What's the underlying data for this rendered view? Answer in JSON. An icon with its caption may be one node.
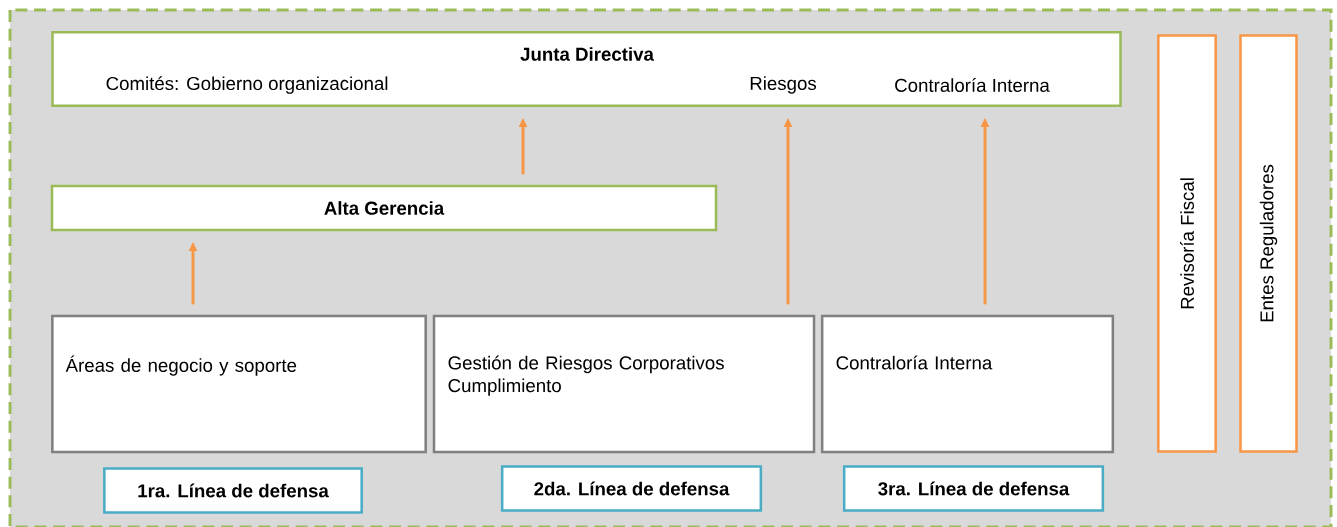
{
  "diagram": {
    "nodes": [
      {
        "text": [
          "Junta Directiva",
          "Comités: Gobierno organizacional",
          "Riesgos",
          "Contraloría Interna"
        ]
      },
      {
        "text": [
          "Alta Gerencia"
        ]
      },
      {
        "text": [
          "Áreas de negocio y soporte"
        ]
      },
      {
        "text": [
          "Gestión de Riesgos Corporativos Cumplimiento"
        ]
      },
      {
        "text": [
          "Contraloría Interna"
        ]
      },
      {
        "text": [
          "1ra. Línea de defensa"
        ]
      },
      {
        "text": [
          "2da. Línea de defensa"
        ]
      },
      {
        "text": [
          "3ra. Línea de defensa"
        ]
      },
      {
        "text": [
          "Revisoría Fiscal"
        ]
      },
      {
        "text": [
          "Entes Reguladores"
        ]
      }
    ],
    "edges": [
      {
        "from": 1,
        "to": 0,
        "arrow": "to"
      },
      {
        "from": 2,
        "to": 1,
        "arrow": "to"
      },
      {
        "from": 3,
        "to": 0,
        "arrow": "to"
      },
      {
        "from": 4,
        "to": 0,
        "arrow": "to"
      }
    ]
  }
}
